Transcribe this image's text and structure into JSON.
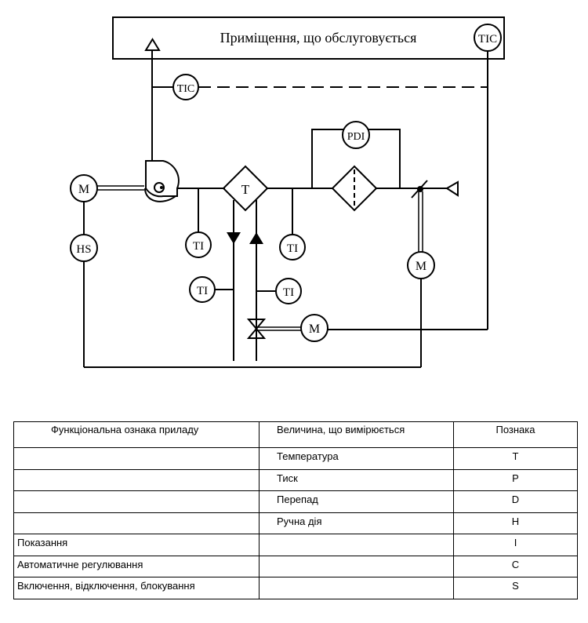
{
  "diagram": {
    "room_label": "Приміщення, що обслуговується",
    "instruments": {
      "tic_room": "TIC",
      "tic_supply": "TIC",
      "pdi": "PDI",
      "heater": "T",
      "ti_supply_left": "TI",
      "ti_supply_right": "TI",
      "ti_return_pipe": "TI",
      "ti_feed_pipe": "TI",
      "motor_fan": "M",
      "motor_damper": "M",
      "motor_valve": "M",
      "hs": "HS"
    }
  },
  "legend": {
    "headers": [
      "Функціональна ознака приладу",
      "Величина, що вимірюється",
      "Познака"
    ],
    "rows": [
      [
        "",
        "Температура",
        "T"
      ],
      [
        "",
        "Тиск",
        "P"
      ],
      [
        "",
        "Перепад",
        "D"
      ],
      [
        "",
        "Ручна дія",
        "H"
      ],
      [
        "Показання",
        "",
        "I"
      ],
      [
        "Автоматичне регулювання",
        "",
        "C"
      ],
      [
        "Включення, відключення, блокування",
        "",
        "S"
      ]
    ]
  }
}
